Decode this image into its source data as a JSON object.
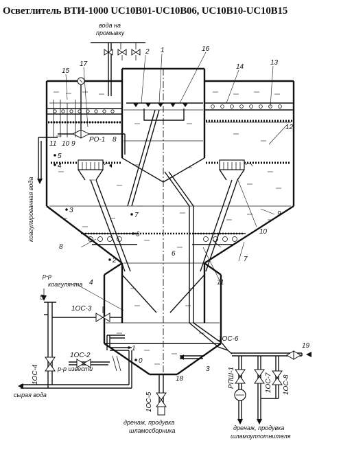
{
  "title": "Осветлитель ВТИ-1000 UC10B01-UC10B06, UC10B10-UC10B15",
  "labels": {
    "wash_water_1": "вода на",
    "wash_water_2": "промывку",
    "coagulated_water": "коагулированная вода",
    "coagulant_1": "р-р",
    "coagulant_2": "коагулянта",
    "lime": "р-р извести",
    "raw_water": "сырая вода",
    "drain_sludge_1": "дренаж, продувка",
    "drain_sludge_2": "шламосборника",
    "drain_thickener_1": "дренаж, продувка",
    "drain_thickener_2": "шламоуплотнителя"
  },
  "valves": {
    "ro1": "РО-1",
    "os3": "1ОС-3",
    "os4": "1ОС-4",
    "os2": "1ОС-2",
    "os5": "1ОС-5",
    "os6": "1ОС-6",
    "os7": "1ОС-7",
    "os8": "1ОС-8",
    "rpsh1": "РПШ-1"
  },
  "callouts": [
    "1",
    "2",
    "3",
    "4",
    "5",
    "6",
    "7",
    "8",
    "9",
    "10",
    "11",
    "12",
    "13",
    "14",
    "15",
    "16",
    "17",
    "18",
    "19"
  ],
  "left_nums": [
    "11",
    "10",
    "9",
    "8"
  ],
  "sample_points": [
    "5",
    "4",
    "3",
    "7",
    "6",
    "2",
    "1",
    "0"
  ]
}
